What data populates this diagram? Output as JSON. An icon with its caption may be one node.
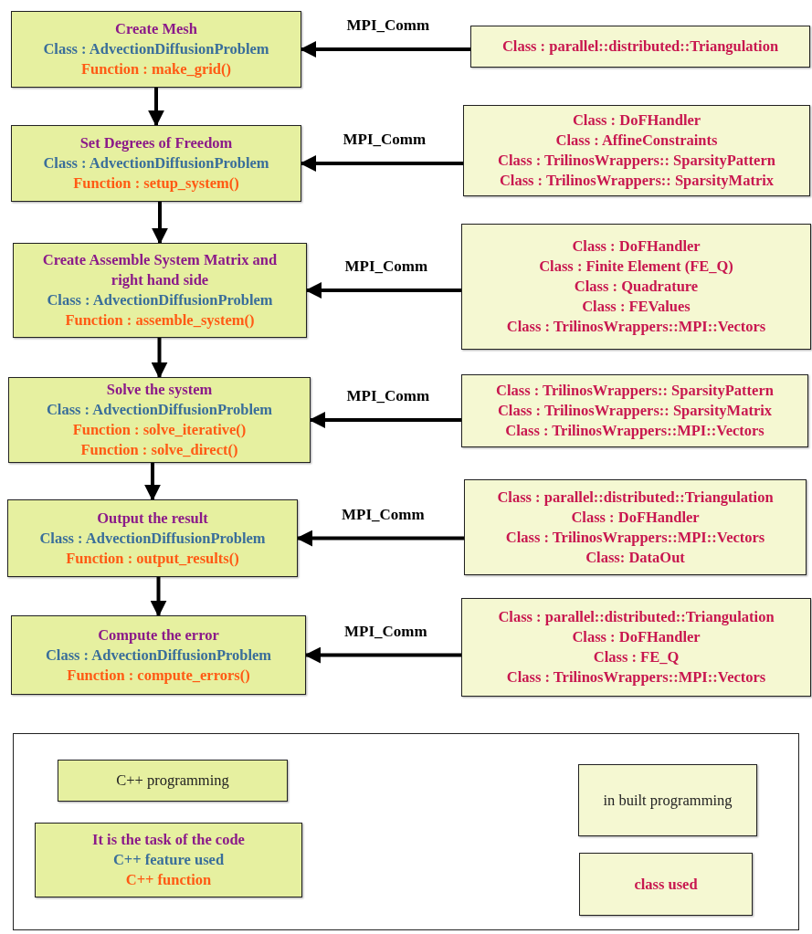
{
  "diagram": {
    "nodes": [
      {
        "text": [
          "Create Mesh",
          "Class : AdvectionDiffusionProblem",
          "Function : make_grid()"
        ]
      },
      {
        "text": [
          "Class :  parallel::distributed::Triangulation"
        ]
      },
      {
        "text": [
          "Set Degrees of Freedom",
          "Class : AdvectionDiffusionProblem",
          "Function : setup_system()"
        ]
      },
      {
        "text": [
          "Class :  DoFHandler",
          "Class : AffineConstraints",
          "Class : TrilinosWrappers:: SparsityPattern",
          "Class : TrilinosWrappers:: SparsityMatrix"
        ]
      },
      {
        "text": [
          "Create Assemble System Matrix and right hand side",
          "Class : AdvectionDiffusionProblem",
          "Function : assemble_system()"
        ]
      },
      {
        "text": [
          "Class :  DoFHandler",
          "Class : Finite Element  (FE_Q)",
          "Class : Quadrature",
          "Class : FEValues",
          "Class :  TrilinosWrappers::MPI::Vectors"
        ]
      },
      {
        "text": [
          "Solve the system",
          "Class  : AdvectionDiffusionProblem",
          "Function : solve_iterative()",
          "Function : solve_direct()"
        ]
      },
      {
        "text": [
          "Class : TrilinosWrappers:: SparsityPattern",
          "Class : TrilinosWrappers:: SparsityMatrix",
          "Class :  TrilinosWrappers::MPI::Vectors"
        ]
      },
      {
        "text": [
          "Output the result",
          "Class :  AdvectionDiffusionProblem",
          "Function : output_results()"
        ]
      },
      {
        "text": [
          "Class :  parallel::distributed::Triangulation",
          "Class :  DoFHandler",
          "Class :  TrilinosWrappers::MPI::Vectors",
          "Class: DataOut"
        ]
      },
      {
        "text": [
          "Compute the error",
          "Class :  AdvectionDiffusionProblem",
          "Function : compute_errors()"
        ]
      },
      {
        "text": [
          "Class :  parallel::distributed::Triangulation",
          "Class :  DoFHandler",
          "Class :  FE_Q",
          "Class :  TrilinosWrappers::MPI::Vectors"
        ]
      },
      {
        "text": [],
        "shape": "box"
      },
      {
        "text": [
          "C++ programming"
        ],
        "in": 12
      },
      {
        "text": [
          "It is the task of the code",
          "C++ feature used",
          "C++ function"
        ],
        "in": 12
      },
      {
        "text": [
          "in built programming"
        ],
        "in": 12
      },
      {
        "text": [
          "class used"
        ],
        "in": 12
      }
    ],
    "edges": [
      {
        "from": 0,
        "to": 2,
        "arrow": "to"
      },
      {
        "from": 2,
        "to": 4,
        "arrow": "to"
      },
      {
        "from": 4,
        "to": 6,
        "arrow": "to"
      },
      {
        "from": 6,
        "to": 8,
        "arrow": "to"
      },
      {
        "from": 8,
        "to": 10,
        "arrow": "to"
      },
      {
        "from": 1,
        "to": 0,
        "arrow": "to",
        "label": "MPI_Comm"
      },
      {
        "from": 3,
        "to": 2,
        "arrow": "to",
        "label": "MPI_Comm"
      },
      {
        "from": 5,
        "to": 4,
        "arrow": "to",
        "label": "MPI_Comm"
      },
      {
        "from": 7,
        "to": 6,
        "arrow": "to",
        "label": "MPI_Comm"
      },
      {
        "from": 9,
        "to": 8,
        "arrow": "to",
        "label": "MPI_Comm"
      },
      {
        "from": 11,
        "to": 10,
        "arrow": "to",
        "label": "MPI_Comm"
      }
    ]
  }
}
